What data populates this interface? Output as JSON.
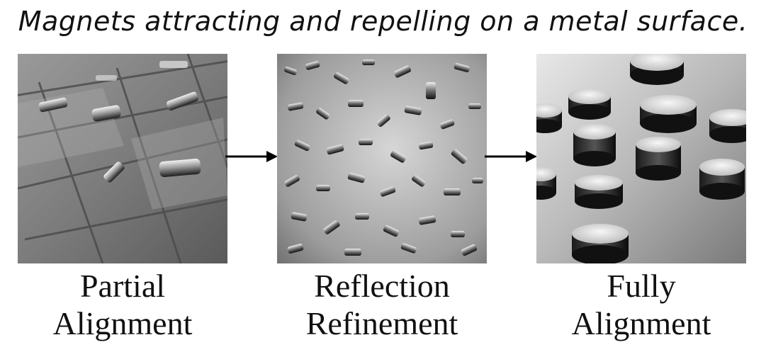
{
  "title": "Magnets attracting and repelling on a metal surface.",
  "panels": [
    {
      "caption_line1": "Partial",
      "caption_line2": "Alignment"
    },
    {
      "caption_line1": "Reflection",
      "caption_line2": "Refinement"
    },
    {
      "caption_line1": "Fully",
      "caption_line2": "Alignment"
    }
  ]
}
